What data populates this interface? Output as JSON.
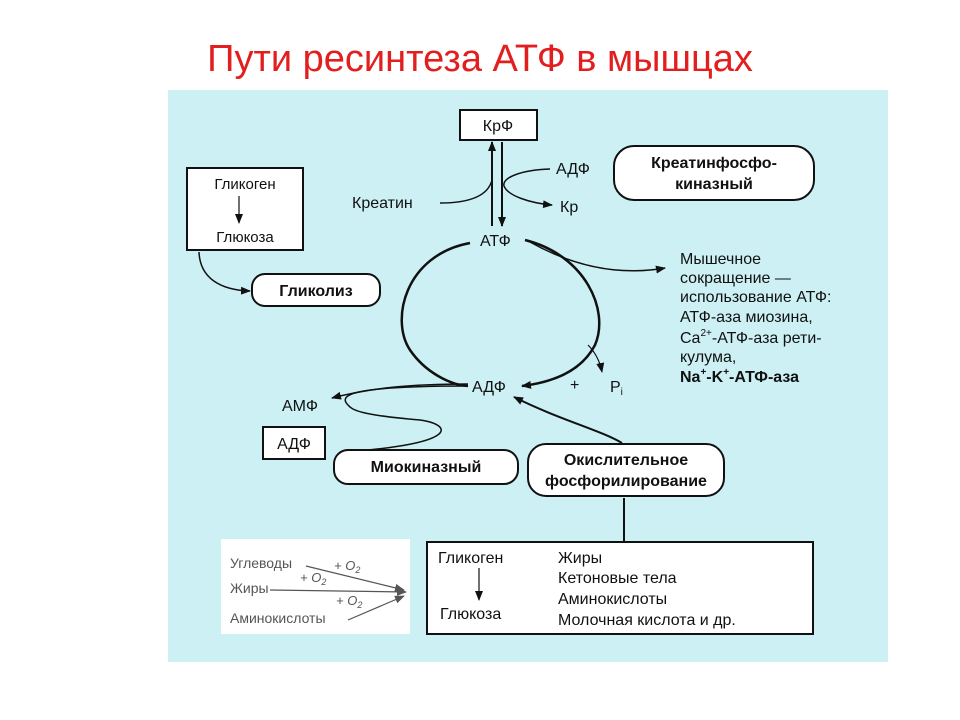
{
  "title": "Пути ресинтеза АТФ в мышцах",
  "colors": {
    "title": "#e21e1e",
    "panel": "#ccf0f4"
  },
  "nodes": {
    "krf": "КрФ",
    "adf_top": "АДФ",
    "kreatin": "Креатин",
    "kr": "Кр",
    "atf": "АТФ",
    "adf_cycle": "АДФ",
    "plus": "+",
    "p": "P",
    "p_sub": "i",
    "amf": "АМФ",
    "adf_box": "АДФ"
  },
  "glycogen_box": {
    "top": "Гликоген",
    "bottom": "Глюкоза"
  },
  "pathways": {
    "creatine_kinase_line1": "Креатинфосфо-",
    "creatine_kinase_line2": "киназный",
    "glycolysis": "Гликолиз",
    "myokinase": "Миокиназный",
    "oxidative_line1": "Окислительное",
    "oxidative_line2": "фосфорилирование"
  },
  "muscle_use": {
    "line1": "Мышечное",
    "line2": "сокращение —",
    "line3": "использование АТФ:",
    "line4": "АТФ-аза миозина,",
    "line5_pre": "Ca",
    "line5_sup": "2+",
    "line5_post": "-АТФ-аза рети-",
    "line6": "кулума,",
    "line7_a": "Na",
    "line7_sup1": "+",
    "line7_b": "-K",
    "line7_sup2": "+",
    "line7_c": "-АТФ-аза"
  },
  "substrates_left": {
    "row1": "Углеводы",
    "row2": "Жиры",
    "row3": "Аминокислоты",
    "o2": "+ O",
    "o2_sub": "2"
  },
  "substrates_box": {
    "left_top": "Гликоген",
    "left_bottom": "Глюкоза",
    "right": [
      "Жиры",
      "Кетоновые тела",
      "Аминокислоты",
      "Молочная кислота и др."
    ]
  }
}
